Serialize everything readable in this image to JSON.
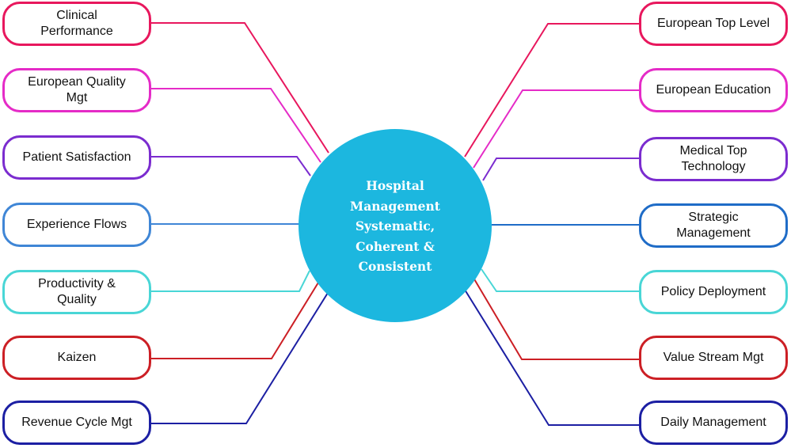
{
  "hub": {
    "title": "Hospital\nManagement\nSystematic,\nCoherent &\nConsistent",
    "color": "#1cb7df"
  },
  "left_nodes": [
    {
      "label": "Clinical\nPerformance",
      "color": "#e8175d"
    },
    {
      "label": "European Quality\nMgt",
      "color": "#e52bc7"
    },
    {
      "label": "Patient Satisfaction",
      "color": "#7b2ccf"
    },
    {
      "label": "Experience Flows",
      "color": "#3f86d6"
    },
    {
      "label": "Productivity &\nQuality",
      "color": "#49d6d6"
    },
    {
      "label": "Kaizen",
      "color": "#cc1f25"
    },
    {
      "label": "Revenue Cycle Mgt",
      "color": "#1c1fa3"
    }
  ],
  "right_nodes": [
    {
      "label": "European Top  Level",
      "color": "#e8175d"
    },
    {
      "label": "European Education",
      "color": "#e52bc7"
    },
    {
      "label": "Medical Top\nTechnology",
      "color": "#7b2ccf"
    },
    {
      "label": "Strategic\nManagement",
      "color": "#1f6cc7"
    },
    {
      "label": "Policy Deployment",
      "color": "#49d6d6"
    },
    {
      "label": "Value Stream Mgt",
      "color": "#cc1f25"
    },
    {
      "label": "Daily Management",
      "color": "#1c1fa3"
    }
  ]
}
